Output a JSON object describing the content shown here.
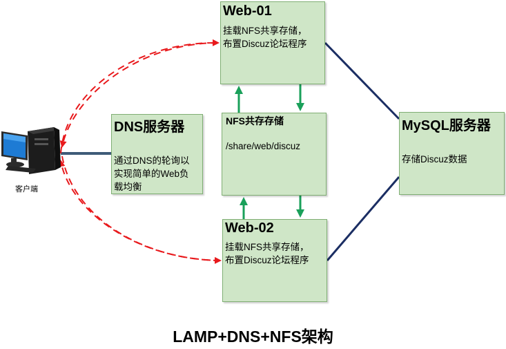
{
  "client": {
    "label": "客户端",
    "icon": "desktop-computer-icon"
  },
  "web01": {
    "title": "Web-01",
    "lines": [
      "挂载NFS共享存储，",
      "布置Discuz论坛程序"
    ]
  },
  "web02": {
    "title": "Web-02",
    "lines": [
      "挂载NFS共享存储，",
      "布置Discuz论坛程序"
    ]
  },
  "nfs": {
    "title": "NFS共存存储",
    "path": "/share/web/discuz"
  },
  "dns": {
    "title": "DNS服务器",
    "lines": [
      "通过DNS的轮询以",
      "实现简单的Web负",
      "载均衡"
    ]
  },
  "mysql": {
    "title": "MySQL服务器",
    "desc": "存储Discuz数据"
  },
  "caption": "LAMP+DNS+NFS架构",
  "colors": {
    "box_fill": "#cfe6c7",
    "box_border": "#7fae73",
    "green_arrow": "#1aa05a",
    "red_dashed_arrow": "#e8191c",
    "navy_line": "#1b2e63",
    "dns_link": "#3e5b78"
  }
}
